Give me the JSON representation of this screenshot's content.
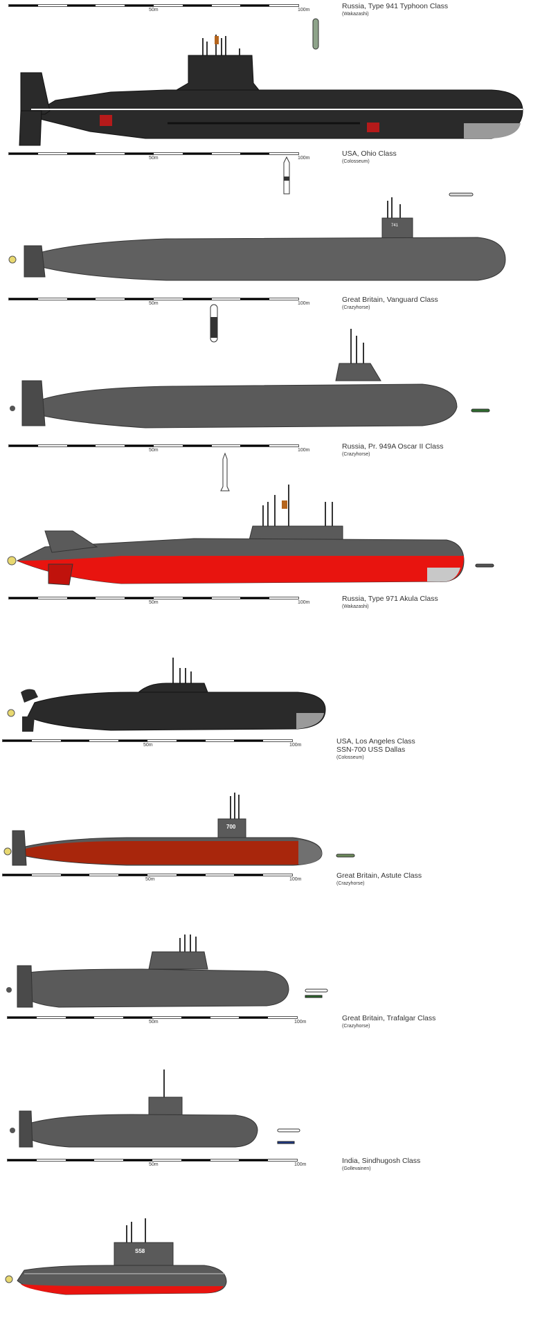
{
  "scale_bar": {
    "mid_label": "50m",
    "end_label": "100m"
  },
  "entries": [
    {
      "name": "Russia, Type 941 Typhoon Class",
      "credit": "(Wakazashi)"
    },
    {
      "name": "USA, Ohio Class",
      "credit": "(Colosseum)"
    },
    {
      "name": "Great Britain, Vanguard Class",
      "credit": "(Crazyhorse)"
    },
    {
      "name": "Russia, Pr. 949A Oscar II Class",
      "credit": "(Crazyhorse)"
    },
    {
      "name": "Russia, Type 971 Akula Class",
      "credit": "(Wakazashi)"
    },
    {
      "name": "USA, Los Angeles Class",
      "name2": "SSN-700 USS Dallas",
      "credit": "(Colosseum)"
    },
    {
      "name": "Great Britain, Astute Class",
      "credit": "(Crazyhorse)"
    },
    {
      "name": "Great Britain, Trafalgar Class",
      "credit": "(Crazyhorse)"
    },
    {
      "name": "India, Sindhugosh Class",
      "credit": "(Gollevainen)"
    }
  ],
  "hull_numbers": {
    "ohio": "741",
    "los_angeles": "700",
    "sindhugosh": "S58"
  },
  "colors": {
    "hull_black": "#2a2a2a",
    "hull_gray": "#606060",
    "hull_dark_gray": "#4a4a4a",
    "antifoul_red": "#e8140f",
    "antifoul_brown_red": "#a8260c",
    "bow_gray": "#9a9a9a",
    "propeller": "#e8d870",
    "marking_red": "#b51a1a"
  }
}
